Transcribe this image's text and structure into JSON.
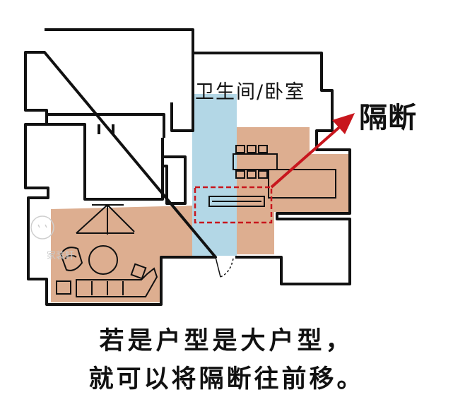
{
  "labels": {
    "room": "卫生间/卧室",
    "partition": "隔断",
    "watermark": "家装轩"
  },
  "caption": {
    "line1": "若是户型是大户型，",
    "line2": "就可以将隔断往前移。"
  },
  "colors": {
    "wall": "#111111",
    "living_zone": "#d9a584",
    "aisle_zone": "#b3d7e6",
    "accent": "#c8161d"
  },
  "icons": [
    "arrow-icon",
    "sofa-icon",
    "armchair-icon",
    "round-table-icon",
    "dining-table-icon",
    "chandelier-icon"
  ]
}
